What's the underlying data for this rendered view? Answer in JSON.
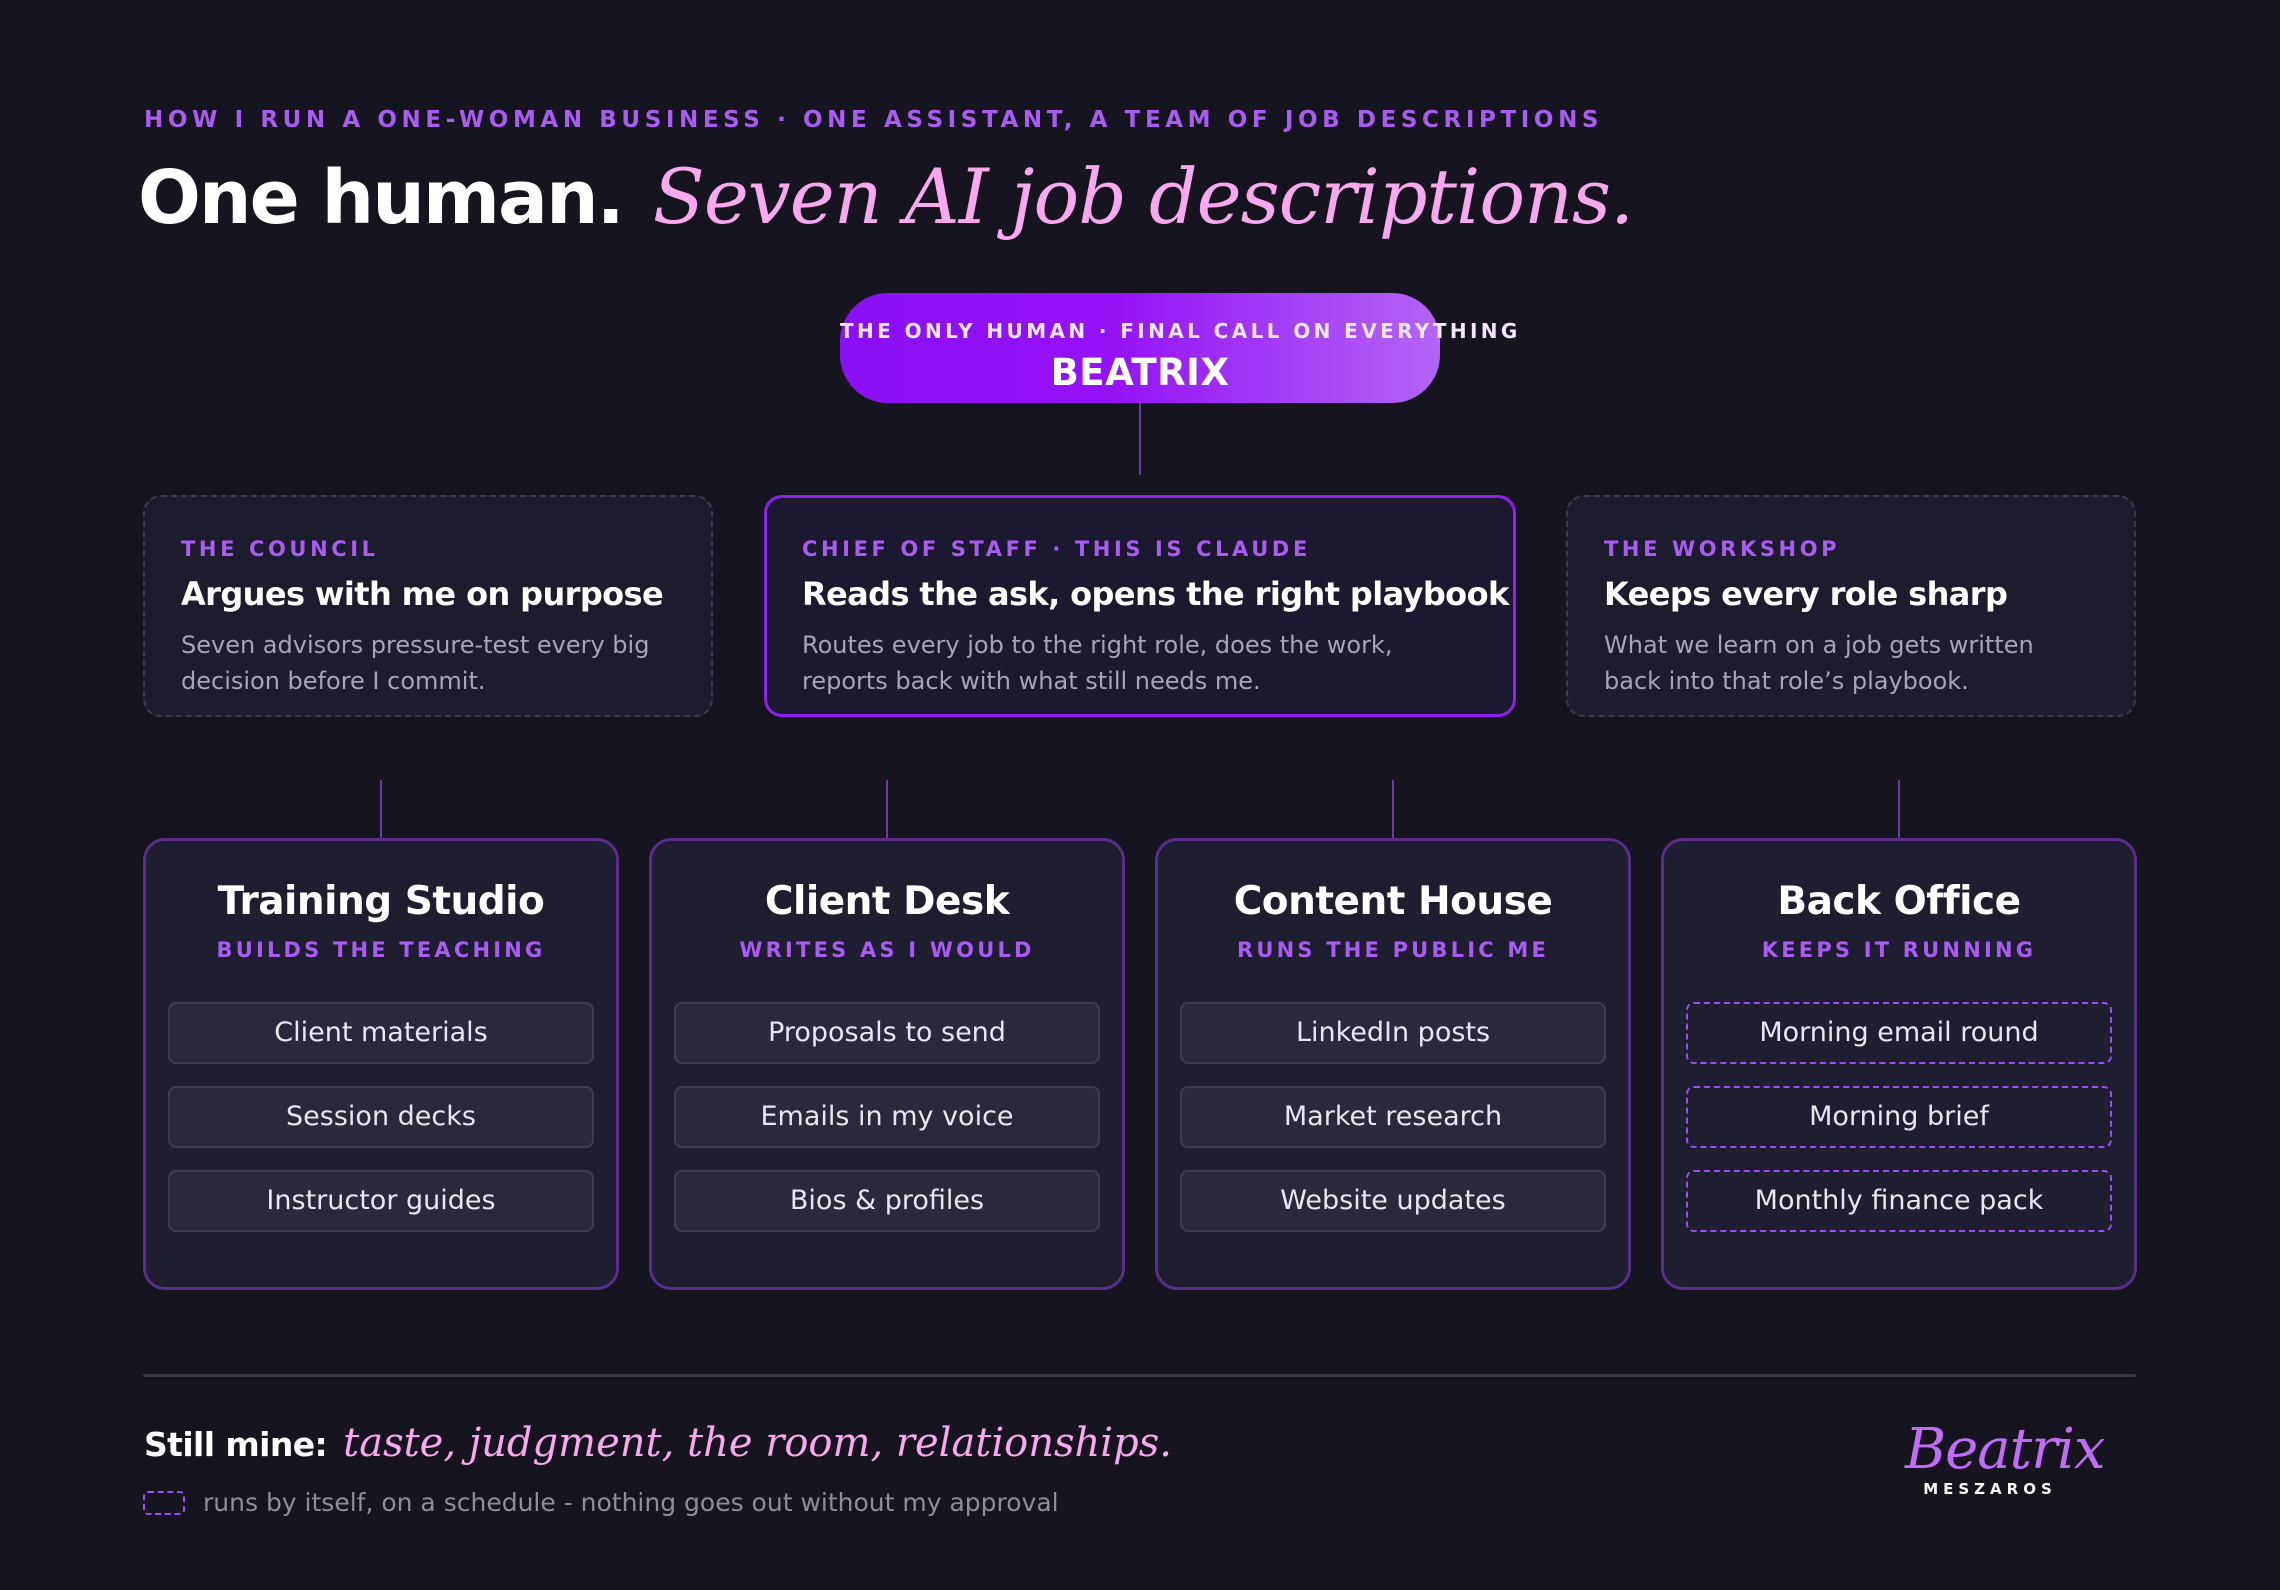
{
  "header": {
    "kicker": "HOW I RUN A ONE-WOMAN BUSINESS · ONE ASSISTANT, A TEAM OF JOB DESCRIPTIONS",
    "title_main": "One human.",
    "title_script": "Seven AI job descriptions."
  },
  "human": {
    "role": "THE ONLY HUMAN · FINAL CALL ON EVERYTHING",
    "name": "BEATRIX"
  },
  "top_cards": [
    {
      "eyebrow": "THE COUNCIL",
      "heading": "Argues with me on purpose",
      "desc": "Seven advisors pressure-test every big decision before I commit."
    },
    {
      "eyebrow": "CHIEF OF STAFF · THIS IS CLAUDE",
      "heading": "Reads the ask, opens the right playbook",
      "desc": "Routes every job to the right role, does the work, reports back with what still needs me."
    },
    {
      "eyebrow": "THE WORKSHOP",
      "heading": "Keeps every role sharp",
      "desc": "What we learn on a job gets written back into that role’s playbook."
    }
  ],
  "departments": [
    {
      "name": "Training Studio",
      "tagline": "BUILDS THE TEACHING",
      "items": [
        "Client materials",
        "Session decks",
        "Instructor guides"
      ]
    },
    {
      "name": "Client Desk",
      "tagline": "WRITES AS I WOULD",
      "items": [
        "Proposals to send",
        "Emails in my voice",
        "Bios & profiles"
      ]
    },
    {
      "name": "Content House",
      "tagline": "RUNS THE PUBLIC ME",
      "items": [
        "LinkedIn posts",
        "Market research",
        "Website updates"
      ]
    },
    {
      "name": "Back Office",
      "tagline": "KEEPS IT RUNNING",
      "items": [
        "Morning email round",
        "Morning brief",
        "Monthly finance pack"
      ]
    }
  ],
  "footer": {
    "still_label": "Still mine:",
    "still_value": "taste, judgment, the room, relationships.",
    "legend_text": "runs by itself, on a schedule - nothing goes out without my approval"
  },
  "logo": {
    "first": "Beatrix",
    "last": "MESZAROS"
  },
  "colors": {
    "background": "#16151f",
    "accent_purple": "#a85cf2",
    "script_pink": "#f7a8ee",
    "pill_gradient_start": "#8a0ff5",
    "pill_gradient_end": "#b365f5"
  }
}
